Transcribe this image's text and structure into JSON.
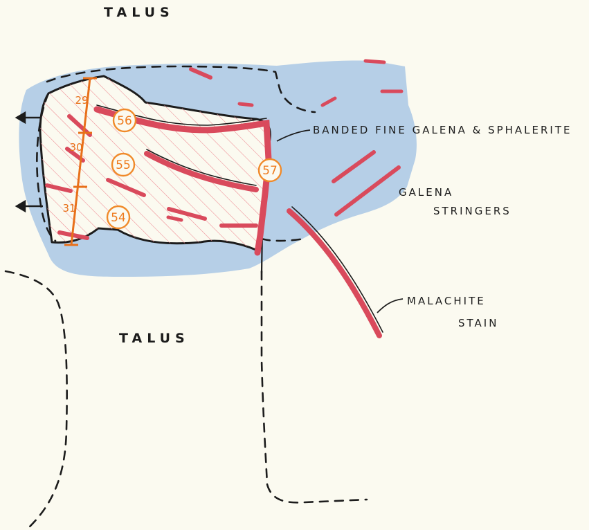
{
  "labels": {
    "talus_top": "TALUS",
    "talus_bottom": "TALUS",
    "banded": "BANDED  FINE  GALENA & SPHALERITE",
    "galena_line1": "GALENA",
    "galena_line2": "STRINGERS",
    "malachite_line1": "MALACHITE",
    "malachite_line2": "STAIN"
  },
  "sample_points": [
    "56",
    "55",
    "54",
    "57"
  ],
  "channel_segments": [
    "29",
    "30",
    "31"
  ],
  "colors": {
    "paper": "#fbfaf0",
    "wash_blue": "#a9c7e5",
    "vein_red": "#d94a5c",
    "sample_orange": "#f08a2a",
    "ink": "#1c1c1c"
  }
}
